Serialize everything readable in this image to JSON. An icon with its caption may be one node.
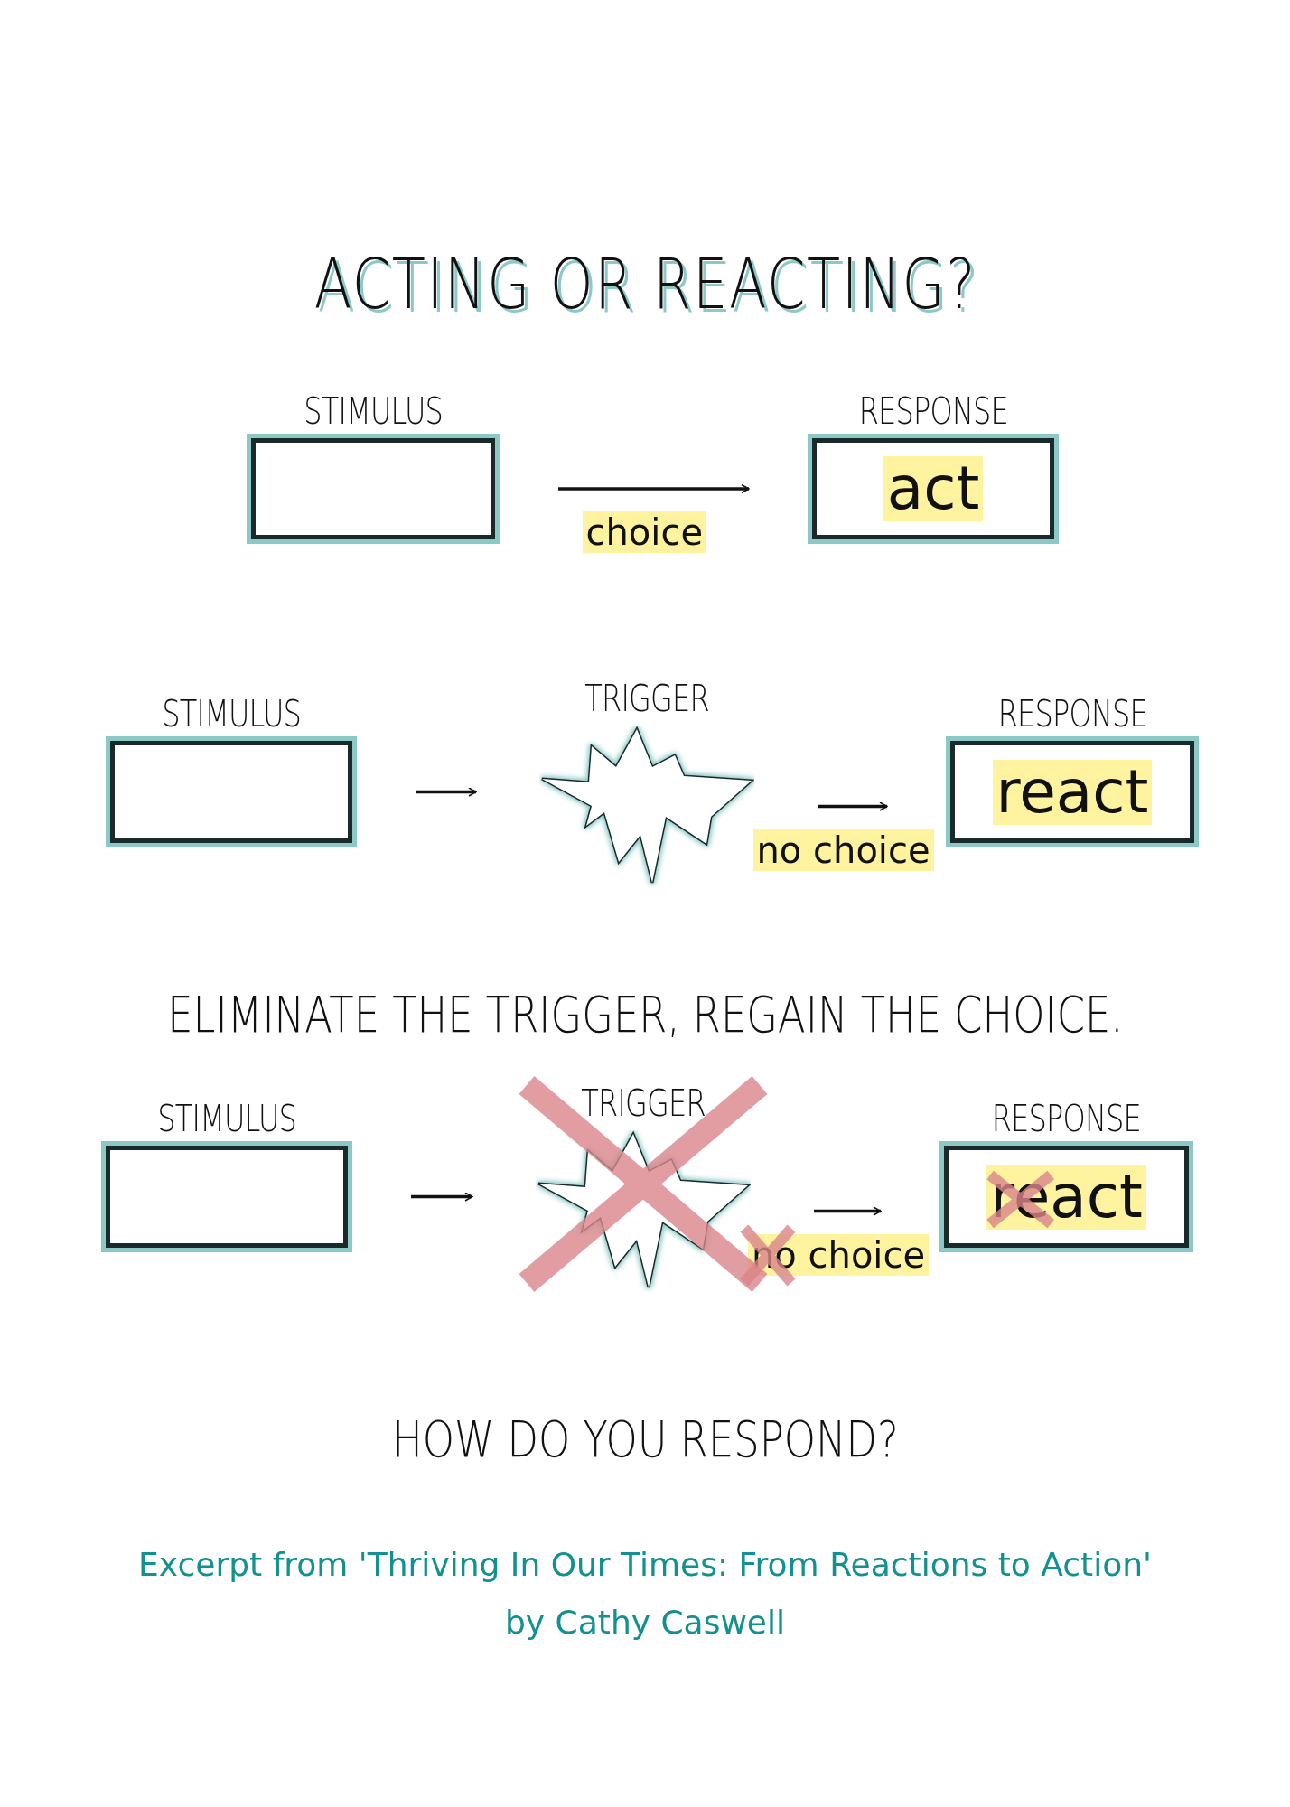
{
  "diagram": {
    "title": "ACTING OR REACTING?",
    "caption": "Excerpt from 'Thriving In Our Times: From Reactions to Action' by Cathy Caswell",
    "nodes": [
      {
        "text": [
          "STIMULUS"
        ]
      },
      {
        "text": [
          "RESPONSE",
          "act"
        ]
      },
      {
        "text": [
          "STIMULUS"
        ]
      },
      {
        "text": [
          "TRIGGER"
        ]
      },
      {
        "text": [
          "RESPONSE",
          "react"
        ]
      },
      {
        "text": [
          "STIMULUS"
        ]
      },
      {
        "text": [
          "TRIGGER"
        ]
      },
      {
        "text": [
          "RESPONSE",
          "react"
        ]
      }
    ],
    "edges": [
      {
        "from": 0,
        "to": 1,
        "arrow": "to",
        "label": "choice"
      },
      {
        "from": 2,
        "to": 3,
        "arrow": "to"
      },
      {
        "from": 3,
        "to": 4,
        "arrow": "to",
        "label": "no choice"
      },
      {
        "from": 5,
        "to": 6,
        "arrow": "to"
      },
      {
        "from": 6,
        "to": 7,
        "arrow": "to",
        "label": "no choice"
      }
    ],
    "labels": [
      "ELIMINATE THE TRIGGER, REGAIN THE CHOICE.",
      "HOW DO YOU RESPOND?"
    ]
  }
}
